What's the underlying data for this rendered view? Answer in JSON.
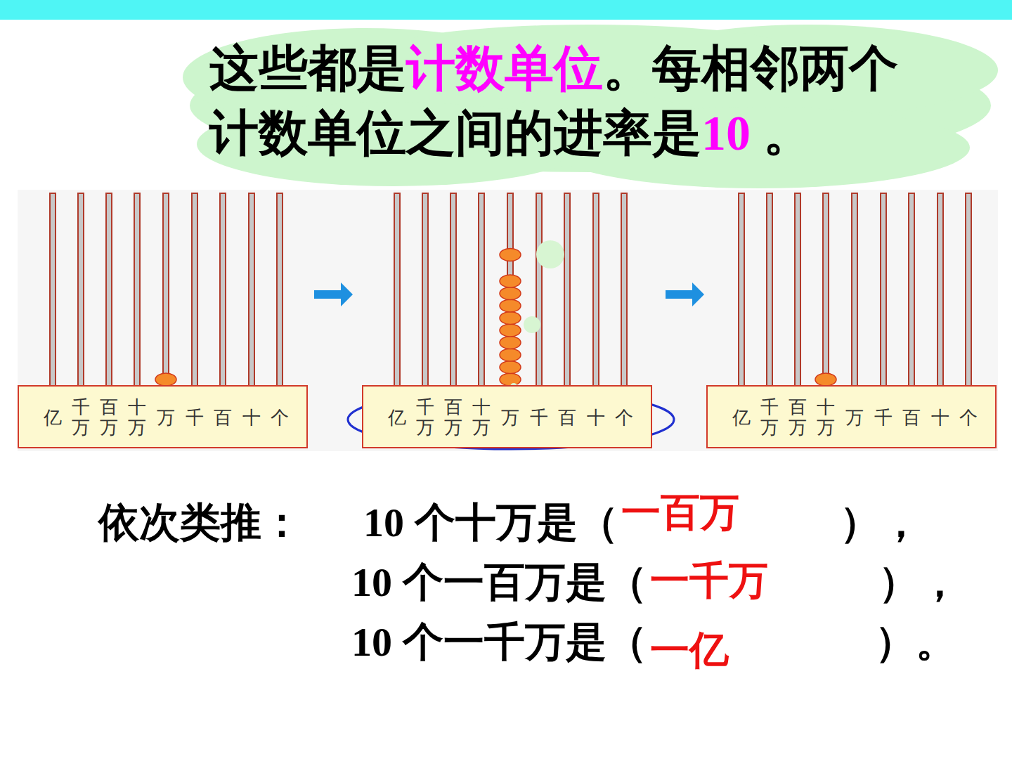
{
  "diagram": {
    "nodes": [
      {
        "text": [
          "这些都是",
          "计数单位",
          "。每相邻两个",
          "计数单位之间的进率是",
          "10",
          " 。"
        ]
      },
      {
        "text": [
          "亿",
          "千万",
          "百万",
          "十万",
          "万",
          "千",
          "百",
          "十",
          "个"
        ]
      },
      {
        "text": [
          "亿",
          "千万",
          "百万",
          "十万",
          "万",
          "千",
          "百",
          "十",
          "个"
        ]
      },
      {
        "text": [
          "亿",
          "千万",
          "百万",
          "十万",
          "万",
          "千",
          "百",
          "十",
          "个"
        ]
      }
    ],
    "labels": [
      "依次类推：",
      "10 个十万是（",
      "一百万",
      "），",
      "10 个一百万是（",
      "一千万",
      "），",
      "10 个一千万是（",
      "一亿",
      "）。"
    ]
  }
}
